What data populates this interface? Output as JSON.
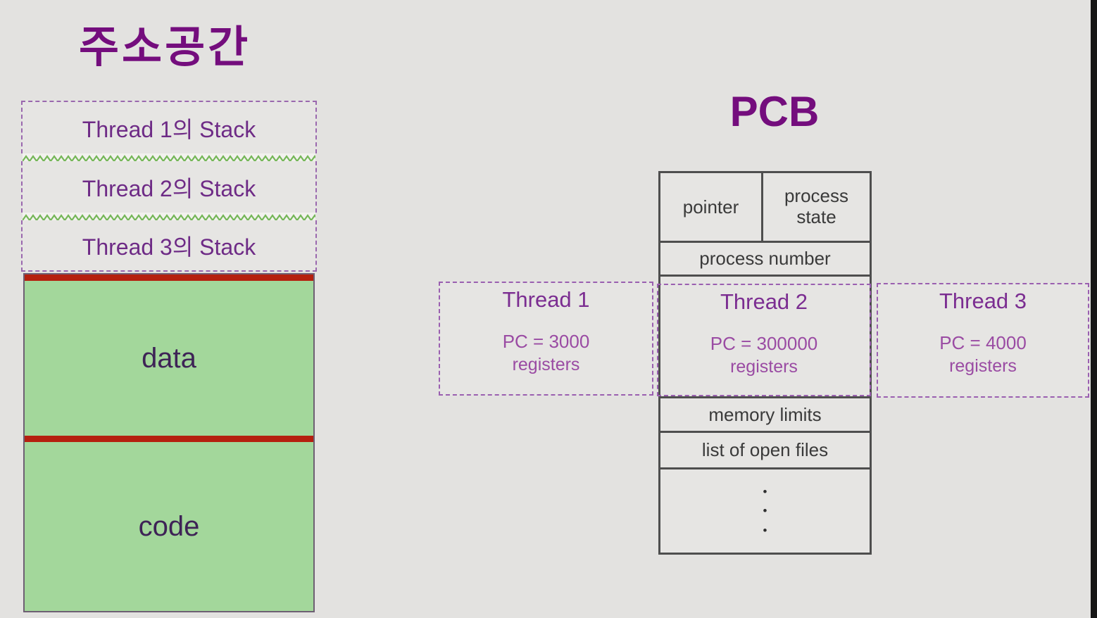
{
  "page": {
    "background_color": "#e3e2e0",
    "edge_bar_color": "#161616"
  },
  "address_space": {
    "title": "주소공간",
    "stack_boxes": [
      {
        "label": "Thread 1의 Stack"
      },
      {
        "label": "Thread 2의 Stack"
      },
      {
        "label": "Thread 3의 Stack"
      }
    ],
    "data_label": "data",
    "code_label": "code",
    "colors": {
      "segment_green": "#a3d79b",
      "divider_red": "#b5200f",
      "dashed_border_purple": "#9a68ae",
      "zigzag_green": "#74b657",
      "text_purple": "#6e2b86"
    }
  },
  "pcb": {
    "title": "PCB",
    "cells": {
      "pointer": "pointer",
      "process_state": "process state",
      "process_number": "process number",
      "memory_limits": "memory limits",
      "open_files": "list of open files",
      "ellipsis": "•\n•\n•"
    },
    "threads": [
      {
        "name": "Thread 1",
        "pc": "PC = 3000",
        "registers": "registers"
      },
      {
        "name": "Thread 2",
        "pc": "PC = 300000",
        "registers": "registers"
      },
      {
        "name": "Thread 3",
        "pc": "PC = 4000",
        "registers": "registers"
      }
    ],
    "colors": {
      "title_purple": "#740d7d",
      "table_border": "#4e4e4e",
      "table_text": "#3a3a3a",
      "thread_name_purple": "#7b2d91",
      "thread_pc_purple": "#9a4ba3"
    }
  }
}
